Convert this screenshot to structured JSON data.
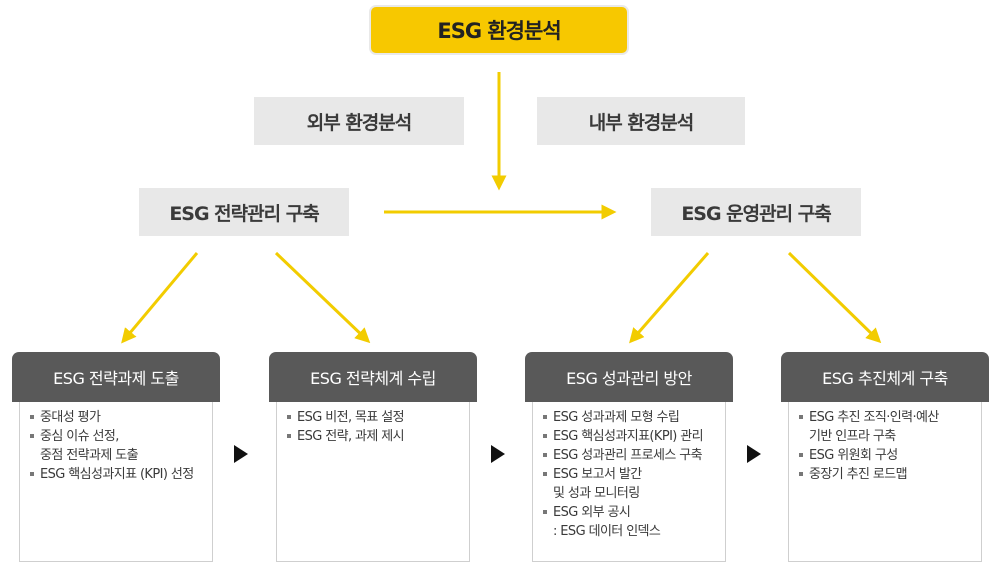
{
  "top": {
    "label": "ESG 환경분석"
  },
  "external": {
    "label": "외부 환경분석"
  },
  "internal": {
    "label": "내부 환경분석"
  },
  "strategy_mgmt": {
    "label": "ESG 전략관리 구축"
  },
  "operation_mgmt": {
    "label": "ESG 운영관리 구축"
  },
  "columns": [
    {
      "title": "ESG 전략과제 도출",
      "items": [
        "중대성 평가",
        "중심 이슈 선정,\n중점 전략과제 도출",
        "ESG 핵심성과지표 (KPI) 선정"
      ]
    },
    {
      "title": "ESG 전략체계 수립",
      "items": [
        "ESG 비전, 목표 설정",
        "ESG 전략, 과제 제시"
      ]
    },
    {
      "title": "ESG 성과관리 방안",
      "items": [
        "ESG 성과과제  모형 수립",
        "ESG 핵심성과지표(KPI)  관리",
        "ESG 성과관리 프로세스 구축",
        "ESG 보고서 발간\n및 성과 모니터링",
        "ESG 외부 공시\n: ESG 데이터 인덱스"
      ]
    },
    {
      "title": "ESG 추진체계 구축",
      "items": [
        "ESG 추진 조직·인력·예산\n기반 인프라 구축",
        "ESG  위원회 구성",
        "중장기 추진 로드맵"
      ]
    }
  ],
  "colors": {
    "accent": "#f7c800",
    "arrow": "#f2cc00",
    "header": "#595959",
    "grey_box": "#e8e8e8"
  }
}
